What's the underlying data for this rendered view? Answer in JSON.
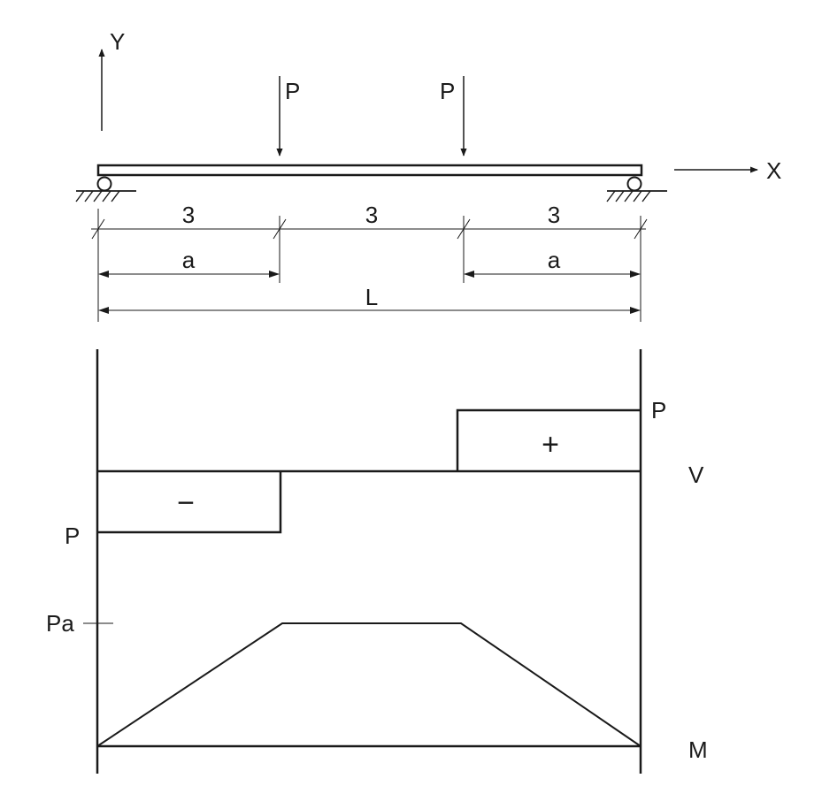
{
  "axes": {
    "y_label": "Y",
    "x_label": "X"
  },
  "loads": [
    {
      "label": "P"
    },
    {
      "label": "P"
    }
  ],
  "spans": [
    {
      "label": "3"
    },
    {
      "label": "3"
    },
    {
      "label": "3"
    }
  ],
  "dimensions": {
    "a_left": "a",
    "a_right": "a",
    "length": "L"
  },
  "shear_diagram": {
    "label": "V",
    "pos_value": "P",
    "neg_value": "P",
    "pos_sign": "+",
    "neg_sign": "−"
  },
  "moment_diagram": {
    "label": "M",
    "max_value": "Pa"
  }
}
